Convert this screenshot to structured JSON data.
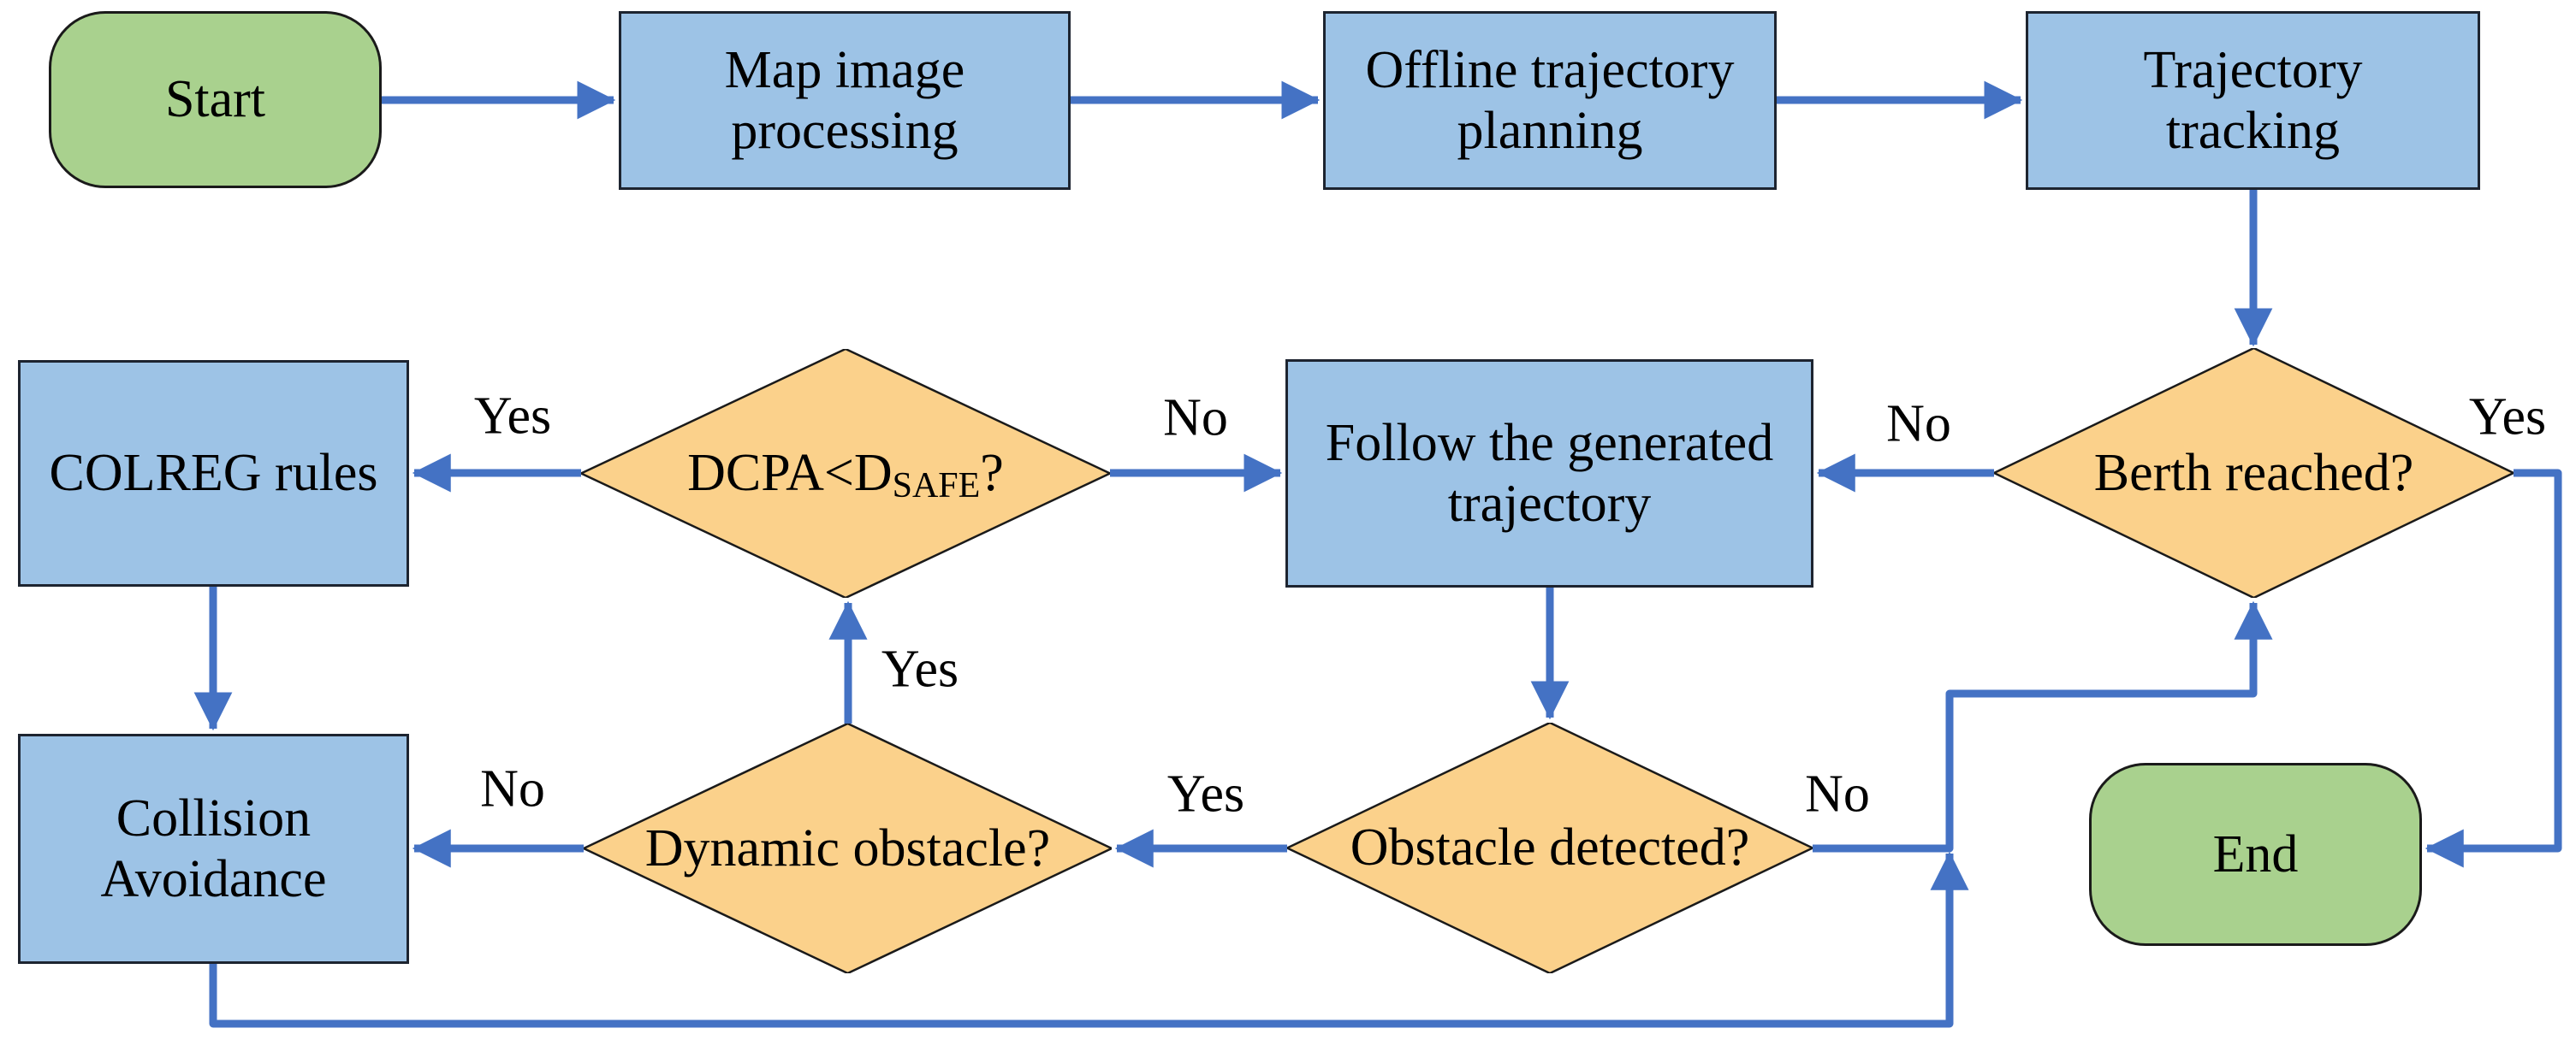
{
  "diagram_type": "flowchart",
  "colors": {
    "process_fill": "#9DC3E6",
    "decision_fill": "#FBD18B",
    "terminal_fill": "#A9D18E",
    "arrow": "#4472C4",
    "shape_border": "#1d2430",
    "text": "#000000"
  },
  "nodes": {
    "start": {
      "type": "terminal",
      "label": "Start"
    },
    "map": {
      "type": "process",
      "label": "Map image processing"
    },
    "offline": {
      "type": "process",
      "label": "Offline trajectory planning"
    },
    "tracking": {
      "type": "process",
      "label": "Trajectory tracking"
    },
    "berth": {
      "type": "decision",
      "label": "Berth reached?"
    },
    "follow": {
      "type": "process",
      "label": "Follow the generated trajectory"
    },
    "dcpa": {
      "type": "decision",
      "label_main": "DCPA<D",
      "label_sub": "SAFE",
      "label_tail": "?"
    },
    "colreg": {
      "type": "process",
      "label": "COLREG rules"
    },
    "dynamic": {
      "type": "decision",
      "label": "Dynamic obstacle?"
    },
    "obstacle": {
      "type": "decision",
      "label": "Obstacle detected?"
    },
    "collision": {
      "type": "process",
      "label": "Collision Avoidance"
    },
    "end": {
      "type": "terminal",
      "label": "End"
    }
  },
  "edge_labels": {
    "berth_yes": "Yes",
    "berth_no": "No",
    "dcpa_no": "No",
    "dcpa_yes": "Yes",
    "dynamic_yes": "Yes",
    "dynamic_no": "No",
    "obstacle_yes": "Yes",
    "obstacle_no": "No"
  }
}
